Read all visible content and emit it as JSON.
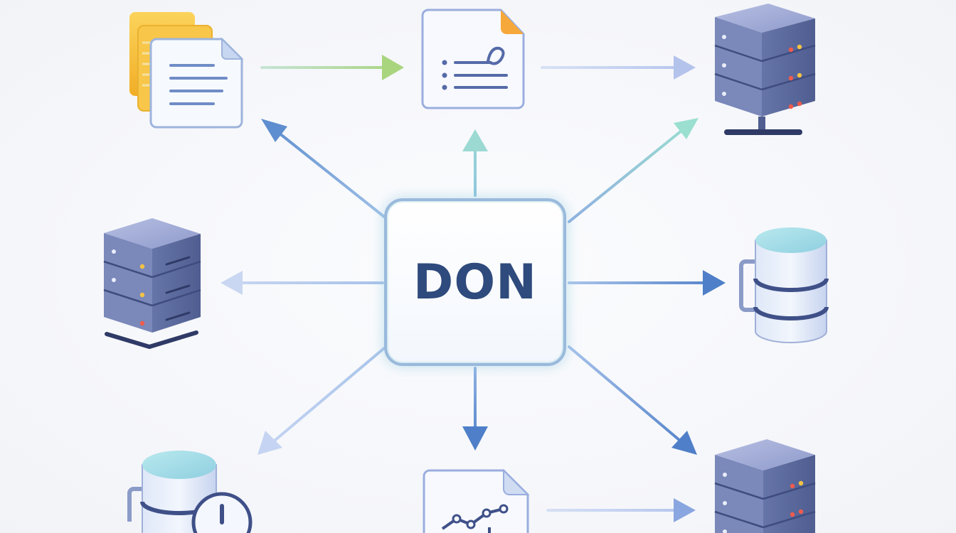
{
  "hub": {
    "label": "DON"
  },
  "nodes": [
    {
      "name": "documents-stack",
      "icon": "documents-stack-icon"
    },
    {
      "name": "config-file",
      "icon": "config-file-icon"
    },
    {
      "name": "server-top-right",
      "icon": "server-rack-icon"
    },
    {
      "name": "server-left",
      "icon": "server-rack-icon"
    },
    {
      "name": "database-right",
      "icon": "database-icon"
    },
    {
      "name": "database-clock",
      "icon": "database-clock-icon"
    },
    {
      "name": "chart-file",
      "icon": "chart-file-icon"
    },
    {
      "name": "server-bottom-right",
      "icon": "server-rack-icon"
    }
  ],
  "colors": {
    "arrow_blue": "#6f95cf",
    "arrow_light": "#b9cbed",
    "arrow_teal": "#8fd3cf",
    "arrow_green": "#b2d98c",
    "server_body": "#5d6c9f",
    "server_top": "#a4aed6",
    "hub_border": "#9ab9dc",
    "hub_text": "#2f4a7c",
    "doc_yellow": "#f6c23b"
  }
}
